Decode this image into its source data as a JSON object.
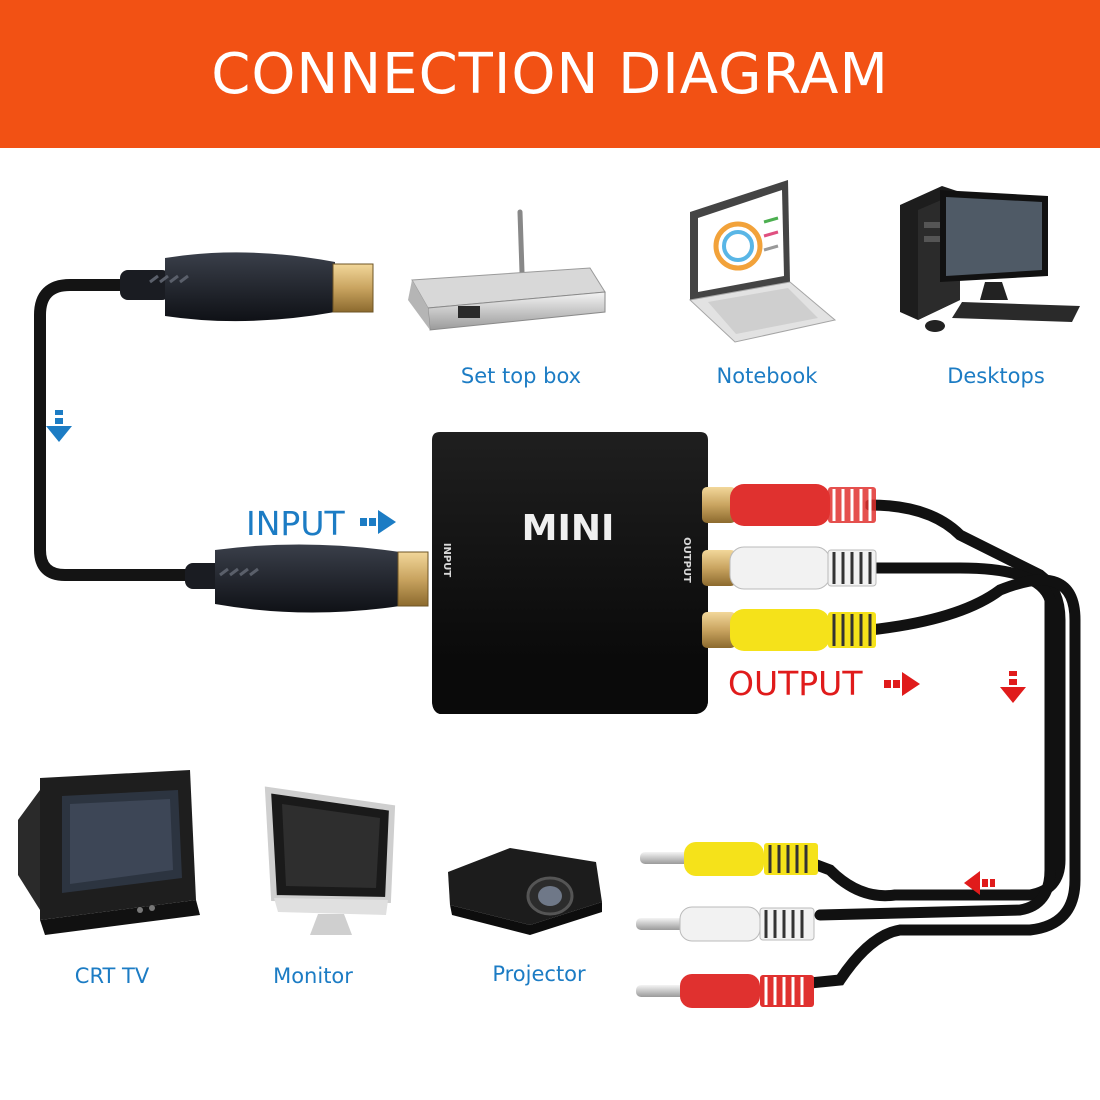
{
  "title": "CONNECTION DIAGRAM",
  "device": {
    "brand": "MINI",
    "input_port_label": "INPUT",
    "output_port_label": "OUTPUT"
  },
  "tags": {
    "input": "INPUT",
    "output": "OUTPUT"
  },
  "sources": [
    {
      "label": "Set top box",
      "icon": "set-top-box-icon"
    },
    {
      "label": "Notebook",
      "icon": "notebook-icon"
    },
    {
      "label": "Desktops",
      "icon": "desktop-icon"
    }
  ],
  "displays": [
    {
      "label": "CRT TV",
      "icon": "crt-tv-icon"
    },
    {
      "label": "Monitor",
      "icon": "monitor-icon"
    },
    {
      "label": "Projector",
      "icon": "projector-icon"
    }
  ],
  "colors": {
    "banner": "#f25114",
    "label_blue": "#1c7cc4",
    "output_red": "#e01b1b",
    "rca_red": "#e0312f",
    "rca_white": "#f2f2f2",
    "rca_yellow": "#f5e21a"
  }
}
